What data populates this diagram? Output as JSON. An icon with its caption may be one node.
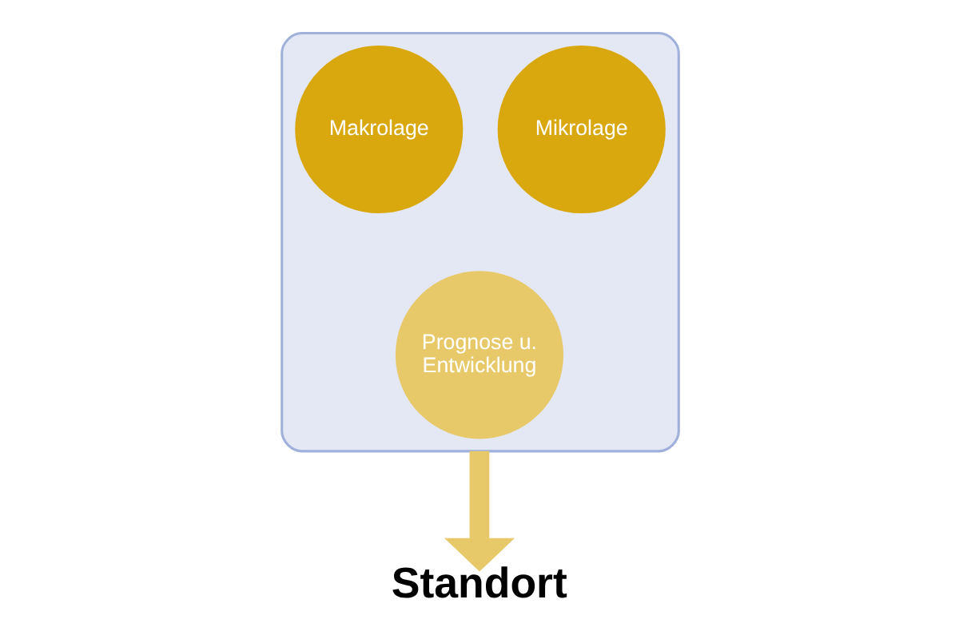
{
  "diagram": {
    "nodes": [
      {
        "text": [],
        "shape": "funnel"
      },
      {
        "text": [
          "Makrolage"
        ],
        "in": 0
      },
      {
        "text": [
          "Mikrolage"
        ],
        "in": 0
      },
      {
        "text": [
          "Prognose u. Entwicklung"
        ],
        "in": 0
      },
      {
        "text": [
          "Standort"
        ]
      }
    ],
    "edges": [
      {
        "from": 0,
        "to": 4,
        "arrow": "to",
        "color": "#e8c96a"
      }
    ]
  }
}
